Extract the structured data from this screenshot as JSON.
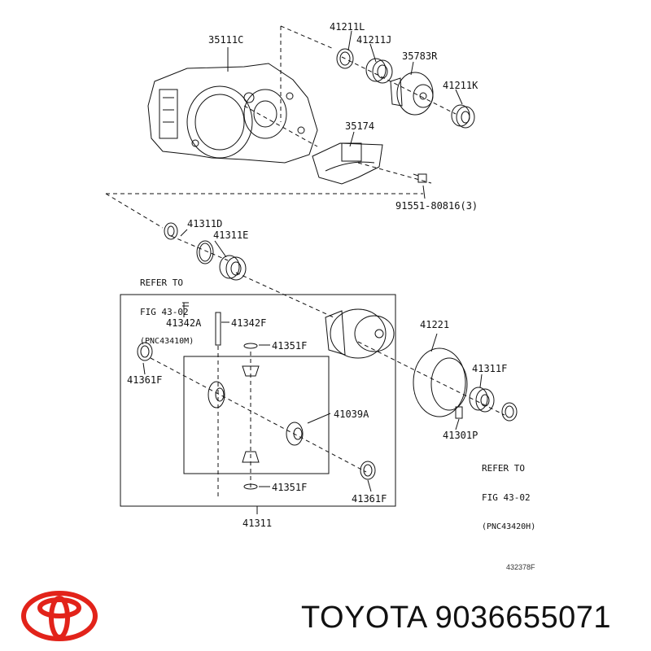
{
  "labels": {
    "p35111C": "35111C",
    "p41211L": "41211L",
    "p41211J": "41211J",
    "p35783R": "35783R",
    "p41211K": "41211K",
    "p35174": "35174",
    "p91551": "91551-80816(3)",
    "p41311D": "41311D",
    "p41311E": "41311E",
    "p41342A": "41342A",
    "p41342F": "41342F",
    "p41351F_top": "41351F",
    "p41361F_left": "41361F",
    "p41039A": "41039A",
    "p41351F_bot": "41351F",
    "p41361F_right": "41361F",
    "p41311": "41311",
    "p41221": "41221",
    "p41311F": "41311F",
    "p41301P": "41301P"
  },
  "refer_left": {
    "line1": "REFER TO",
    "line2": "FIG 43-02",
    "line3": "(PNC43410M)"
  },
  "refer_right": {
    "line1": "REFER TO",
    "line2": "FIG 43-02",
    "line3": "(PNC43420H)"
  },
  "figure_number": "432378F",
  "brand_text": "TOYOTA 9036655071",
  "icons": {
    "logo": "toyota-logo-icon"
  },
  "colors": {
    "logo": "#e2231a",
    "ink": "#111111"
  }
}
